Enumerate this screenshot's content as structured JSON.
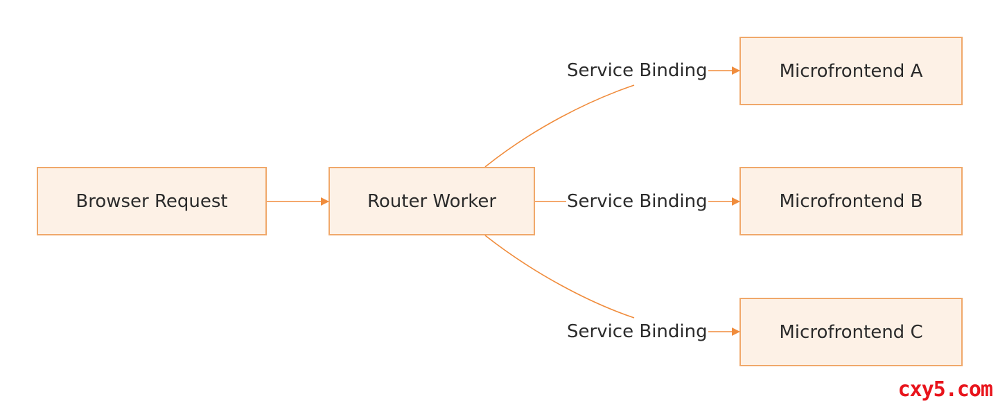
{
  "diagram": {
    "nodes": {
      "browser_request": "Browser Request",
      "router_worker": "Router Worker",
      "microfrontend_a": "Microfrontend A",
      "microfrontend_b": "Microfrontend B",
      "microfrontend_c": "Microfrontend C"
    },
    "edges": {
      "binding_a": "Service Binding",
      "binding_b": "Service Binding",
      "binding_c": "Service Binding"
    },
    "colors": {
      "node_fill": "#fdf1e6",
      "node_border": "#f0a86a",
      "edge": "#f08c3c",
      "text": "#2b2b2b"
    }
  },
  "watermark": "cxy5.com"
}
